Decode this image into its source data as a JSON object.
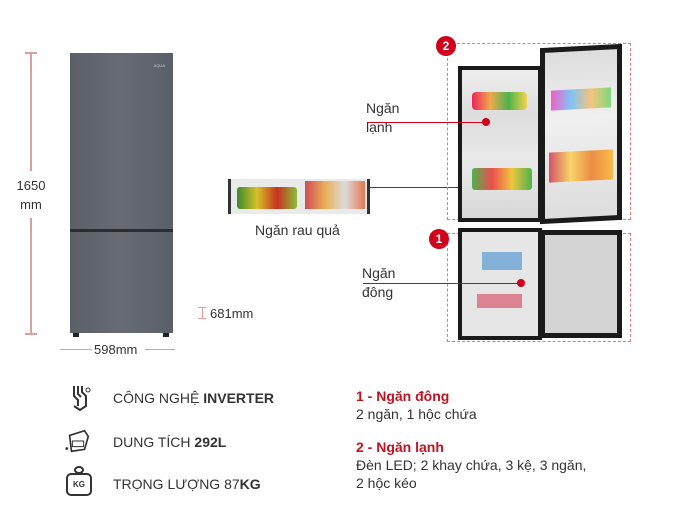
{
  "dimensions": {
    "height": "1650",
    "height_unit": "mm",
    "width": "598mm",
    "depth": "681mm"
  },
  "brand_logo": "AQUA",
  "callouts": {
    "fridge": "Ngăn lạnh",
    "crisper": "Ngăn rau quả",
    "freezer": "Ngăn đông",
    "badge_1": "1",
    "badge_2": "2"
  },
  "features": [
    {
      "icon": "inverter-chip-icon",
      "label": "CÔNG NGHỆ ",
      "bold": "INVERTER"
    },
    {
      "icon": "capacity-icon",
      "label": "DUNG TÍCH ",
      "bold": "292L"
    },
    {
      "icon": "weight-kg-icon",
      "label": "TRỌNG LƯỢNG 87",
      "bold": "KG",
      "icon_text": "KG"
    }
  ],
  "compartments": [
    {
      "title": "1 - Ngăn đông",
      "desc": "2 ngăn, 1 hộc chứa"
    },
    {
      "title": "2 - Ngăn lạnh",
      "desc": "Đèn LED; 2 khay chứa, 3 kệ, 3 ngăn,",
      "desc2": "2 hộc kéo"
    }
  ],
  "colors": {
    "accent": "#d0021b",
    "fridge": "#5b6069"
  }
}
